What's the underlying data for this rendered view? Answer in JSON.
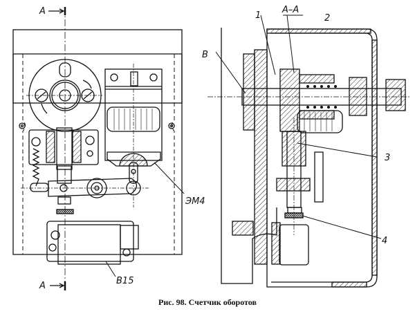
{
  "figure": {
    "caption": "Рис. 98. Счетчик оборотов",
    "labels": {
      "section_a_top": "А",
      "section_a_bottom": "А",
      "section_title": "А–А",
      "b": "В",
      "n1": "1",
      "n2": "2",
      "n3": "3",
      "n4": "4",
      "em4": "ЭМ4",
      "v15": "В15"
    }
  }
}
